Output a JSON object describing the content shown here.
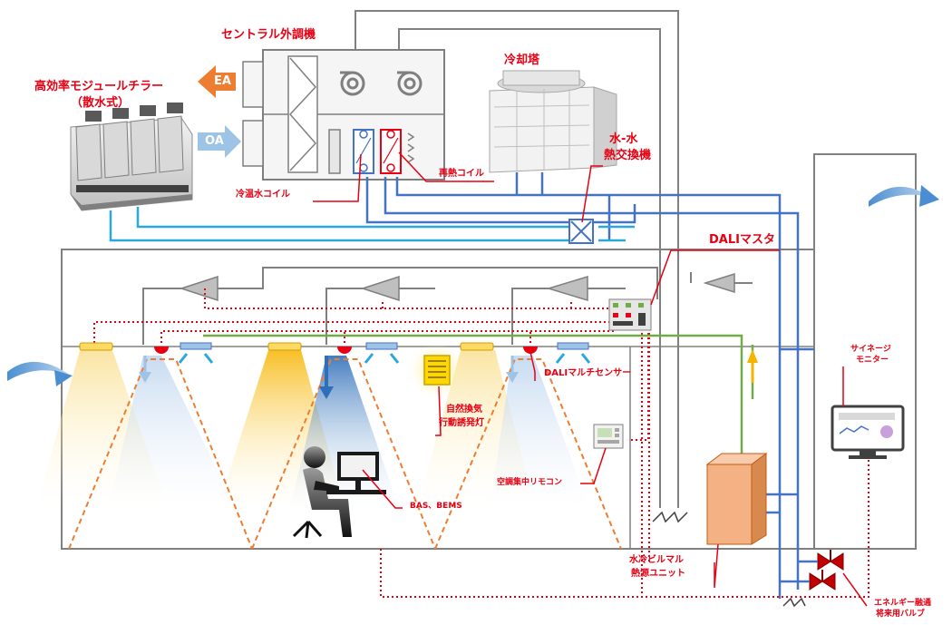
{
  "labels": {
    "central_ahu": "セントラル外調機",
    "chiller_line1": "高効率モジュールチラー",
    "chiller_line2": "（散水式）",
    "cooling_tower": "冷却塔",
    "hx_line1": "水-水",
    "hx_line2": "熱交換機",
    "reheat_coil": "再熱コイル",
    "chw_coil": "冷温水コイル",
    "dali_master": "DALIマスタ",
    "dali_sensor": "DALIマルチセンサー",
    "natvent_line1": "自然換気",
    "natvent_line2": "行動誘発灯",
    "remote": "空調集中リモコン",
    "bas": "BAS、BEMS",
    "unit_line1": "水冷ビルマル",
    "unit_line2": "熱源ユニット",
    "signage_line1": "サイネージ",
    "signage_line2": "モニター",
    "valve_line1": "エネルギー融通",
    "valve_line2": "将来用バルブ"
  },
  "tags": {
    "ea": "EA",
    "oa": "OA"
  },
  "colors": {
    "label_red": "#e60012",
    "cold_pipe": "#4472c4",
    "light_pipe": "#2aa7dc",
    "frame_gray": "#808080",
    "signal_red": "#e60012",
    "dali_green": "#70ad47",
    "ea_arrow": "#ed7d31",
    "oa_arrow": "#9dc3e6",
    "unit_fill": "#f4b183",
    "light_fixture": "#ffd966"
  }
}
